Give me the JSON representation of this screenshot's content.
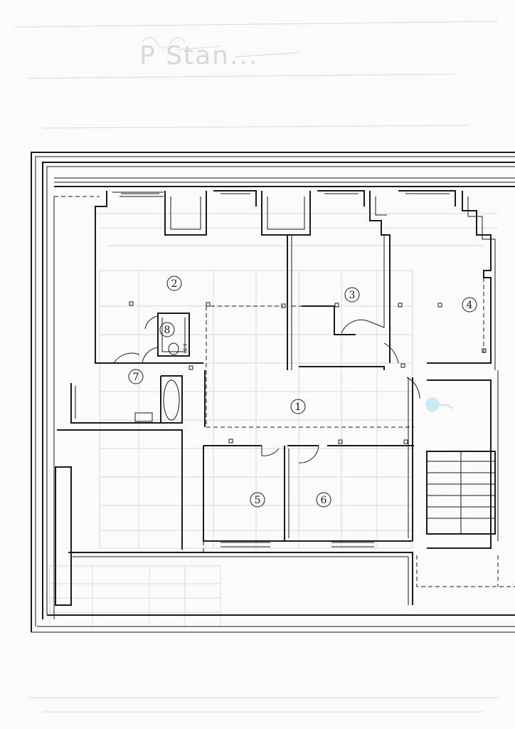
{
  "header": {
    "handwritten_note": "P Stan..."
  },
  "plan": {
    "rooms": [
      {
        "id": "room-1",
        "number": "1"
      },
      {
        "id": "room-2",
        "number": "2"
      },
      {
        "id": "room-3",
        "number": "3"
      },
      {
        "id": "room-4",
        "number": "4"
      },
      {
        "id": "room-5",
        "number": "5"
      },
      {
        "id": "room-6",
        "number": "6"
      },
      {
        "id": "room-7",
        "number": "7"
      },
      {
        "id": "room-8",
        "number": "8"
      }
    ],
    "small_label": "1.3k"
  }
}
